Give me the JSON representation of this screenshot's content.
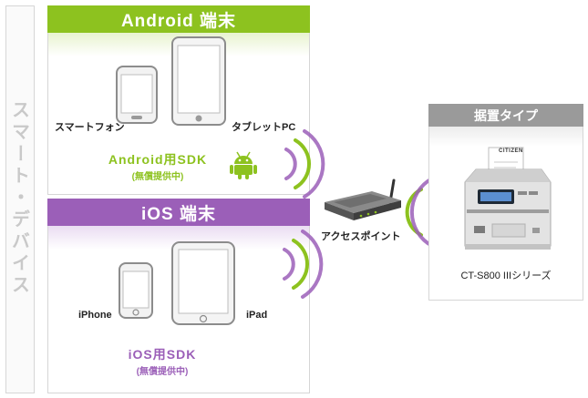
{
  "left_label": "スマート・デバイス",
  "android": {
    "header": "Android 端末",
    "smartphone_label": "スマートフォン",
    "tablet_label": "タブレットPC",
    "sdk": "Android用SDK",
    "sdk_note": "(無償提供中)"
  },
  "ios": {
    "header": "iOS 端末",
    "iphone_label": "iPhone",
    "ipad_label": "iPad",
    "sdk": "iOS用SDK",
    "sdk_note": "(無償提供中)"
  },
  "access_point_label": "アクセスポイント",
  "printer": {
    "header": "据置タイプ",
    "model": "CT-S800 IIIシリーズ",
    "brand": "CITIZEN"
  },
  "colors": {
    "android": "#8dc21f",
    "ios": "#9b5fb8",
    "stationary": "#9a9a9a"
  }
}
